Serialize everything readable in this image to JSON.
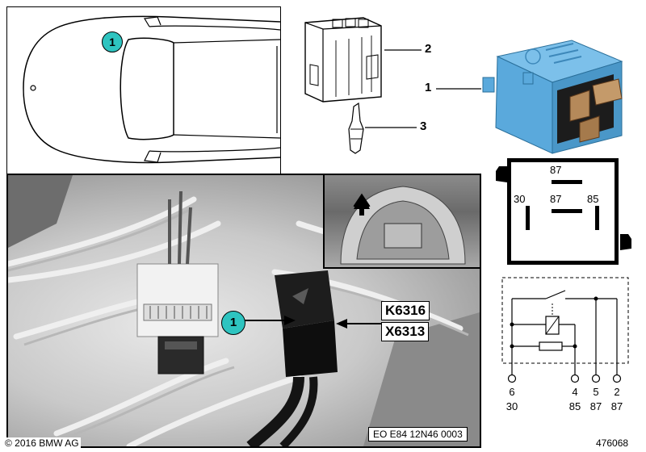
{
  "callouts": {
    "car_marker": "1",
    "photo_marker": "1",
    "connector": "2",
    "relay": "1",
    "terminal": "3"
  },
  "codes": {
    "k": "K6316",
    "x": "X6313"
  },
  "relay_face": {
    "top": "87",
    "left": "30",
    "mid": "87",
    "right": "85"
  },
  "pins": [
    {
      "num": "6",
      "term": "30"
    },
    {
      "num": "4",
      "term": "85"
    },
    {
      "num": "5",
      "term": "87"
    },
    {
      "num": "2",
      "term": "87"
    }
  ],
  "footer": {
    "copyright": "© 2016 BMW AG",
    "ref": "EO E84 12N46 0003",
    "image_number": "476068"
  },
  "colors": {
    "relay_blue": "#5aa9dc",
    "badge_teal": "#2ec4c0"
  }
}
